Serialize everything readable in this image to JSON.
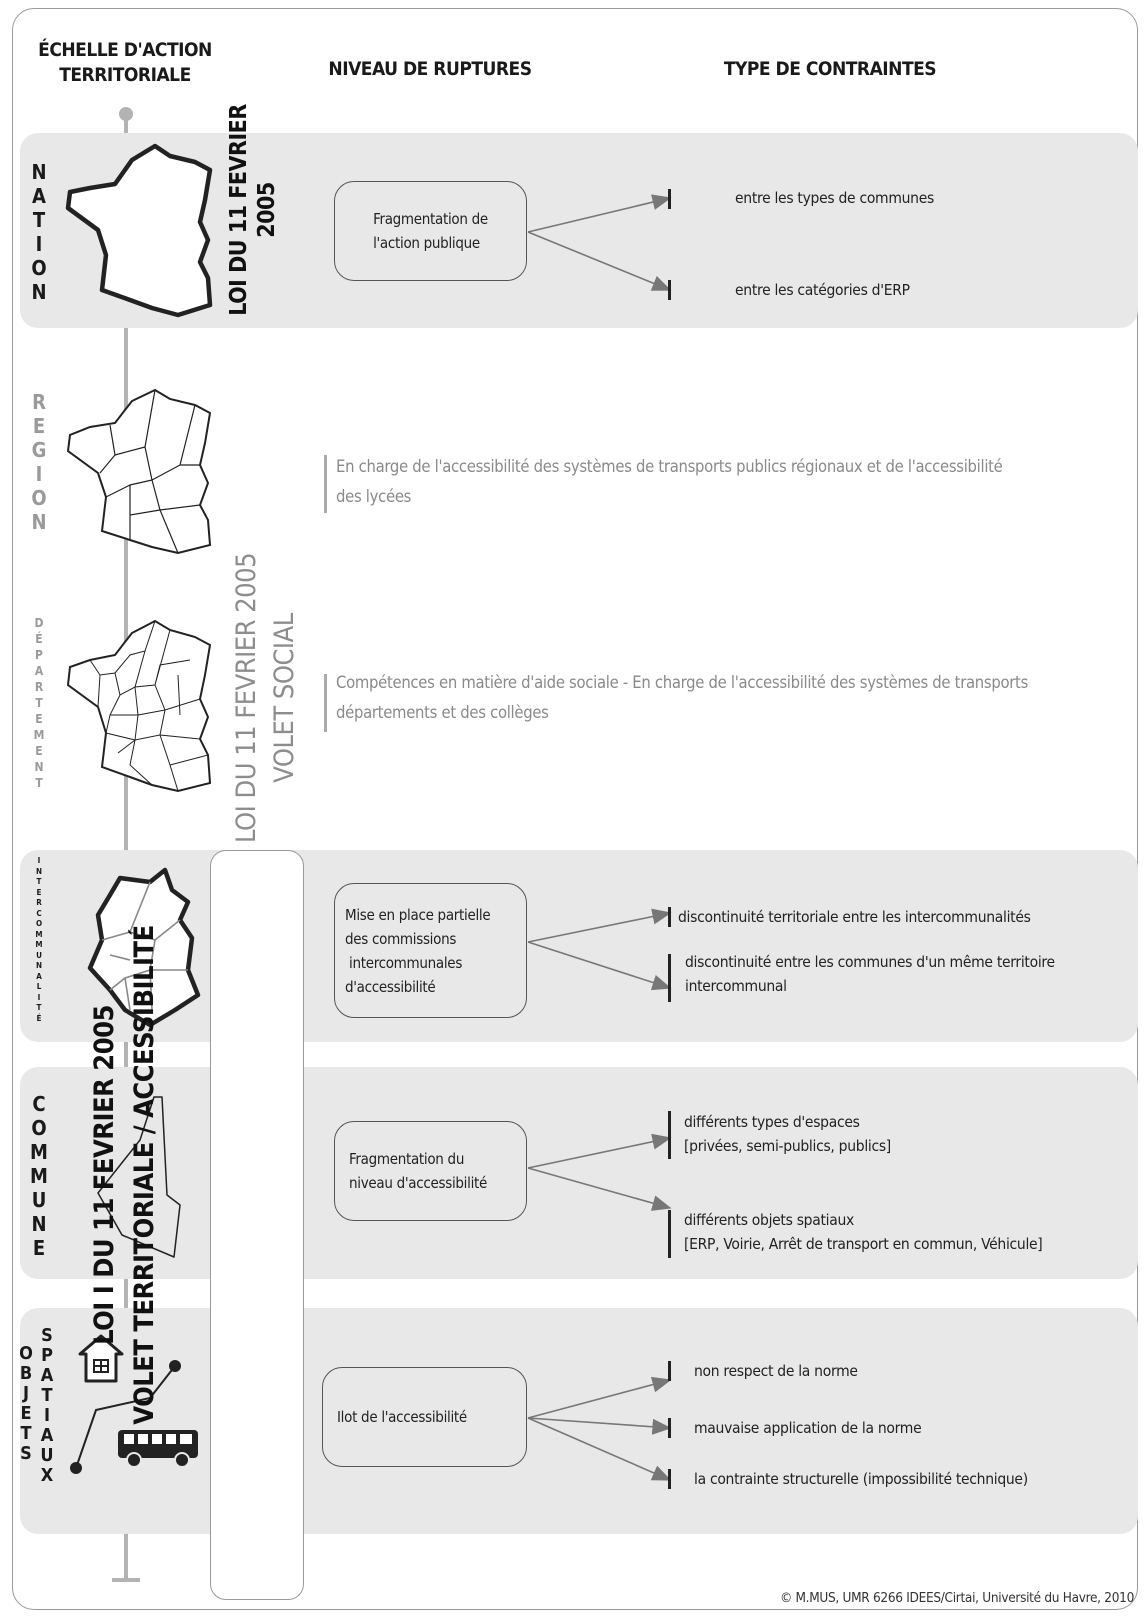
{
  "headers": {
    "col1_line1": "ÉCHELLE D'ACTION",
    "col1_line2": "TERRITORIALE",
    "col2": "NIVEAU DE RUPTURES",
    "col3": "TYPE DE CONTRAINTES"
  },
  "scales": {
    "nation": [
      "N",
      "A",
      "T",
      "I",
      "O",
      "N"
    ],
    "region": [
      "R",
      "E",
      "G",
      "I",
      "O",
      "N"
    ],
    "departement": [
      "D",
      "É",
      "P",
      "A",
      "R",
      "T",
      "E",
      "M",
      "E",
      "N",
      "T"
    ],
    "intercommunalite": [
      "I",
      "N",
      "T",
      "E",
      "R",
      "C",
      "O",
      "M",
      "M",
      "U",
      "N",
      "A",
      "L",
      "I",
      "T",
      "É"
    ],
    "commune": [
      "C",
      "O",
      "M",
      "M",
      "U",
      "N",
      "E"
    ],
    "objets": [
      "O",
      "B",
      "J",
      "E",
      "T",
      "S"
    ],
    "spatiaux": [
      "S",
      "P",
      "A",
      "T",
      "I",
      "A",
      "U",
      "X"
    ]
  },
  "laws": {
    "nation_line1": "LOI DU 11 FEVRIER",
    "nation_line2": "2005",
    "social_line1": "LOI DU 11 FEVRIER 2005",
    "social_line2": "VOLET SOCIAL",
    "territorial_line1": "LOI I DU 11 FEVRIER 2005",
    "territorial_line2": "VOLET TERRITORIALE / ACCESSIBILITÉ"
  },
  "ruptures": {
    "nation": [
      "Fragmentation de",
      "l'action publique"
    ],
    "intercommunalite": [
      "Mise en place partielle",
      "des commissions",
      "intercommunales",
      "d'accessibilité"
    ],
    "commune": [
      "Fragmentation du",
      "niveau d'accessibilité"
    ],
    "objets": [
      "Ilot de l'accessibilité"
    ]
  },
  "contraintes": {
    "nation": [
      "entre les types de communes",
      "entre les catégories d'ERP"
    ],
    "region": [
      "En charge de l'accessibilité des systèmes de transports publics régionaux et de l'accessibilité",
      "des lycées"
    ],
    "departement": [
      "Compétences en matière d'aide sociale - En charge de l'accessibilité des systèmes de transports",
      "départements et des collèges"
    ],
    "intercommunalite": [
      "discontinuité territoriale entre les intercommunalités",
      "discontinuité entre les communes d'un même territoire",
      "intercommunal"
    ],
    "commune": [
      "différents types d'espaces",
      "[privées, semi-publics, publics]",
      "différents objets spatiaux",
      "[ERP, Voirie, Arrêt de transport en commun, Véhicule]"
    ],
    "objets": [
      "non respect de la norme",
      "mauvaise application de la norme",
      "la contrainte structurelle (impossibilité technique)"
    ]
  },
  "credit": "© M.MUS, UMR 6266 IDEES/Cirtai, Université du Havre, 2010",
  "colors": {
    "band": "#e8e8e8",
    "grey_text": "#8a8a8a",
    "spine": "#b3b3b3"
  }
}
